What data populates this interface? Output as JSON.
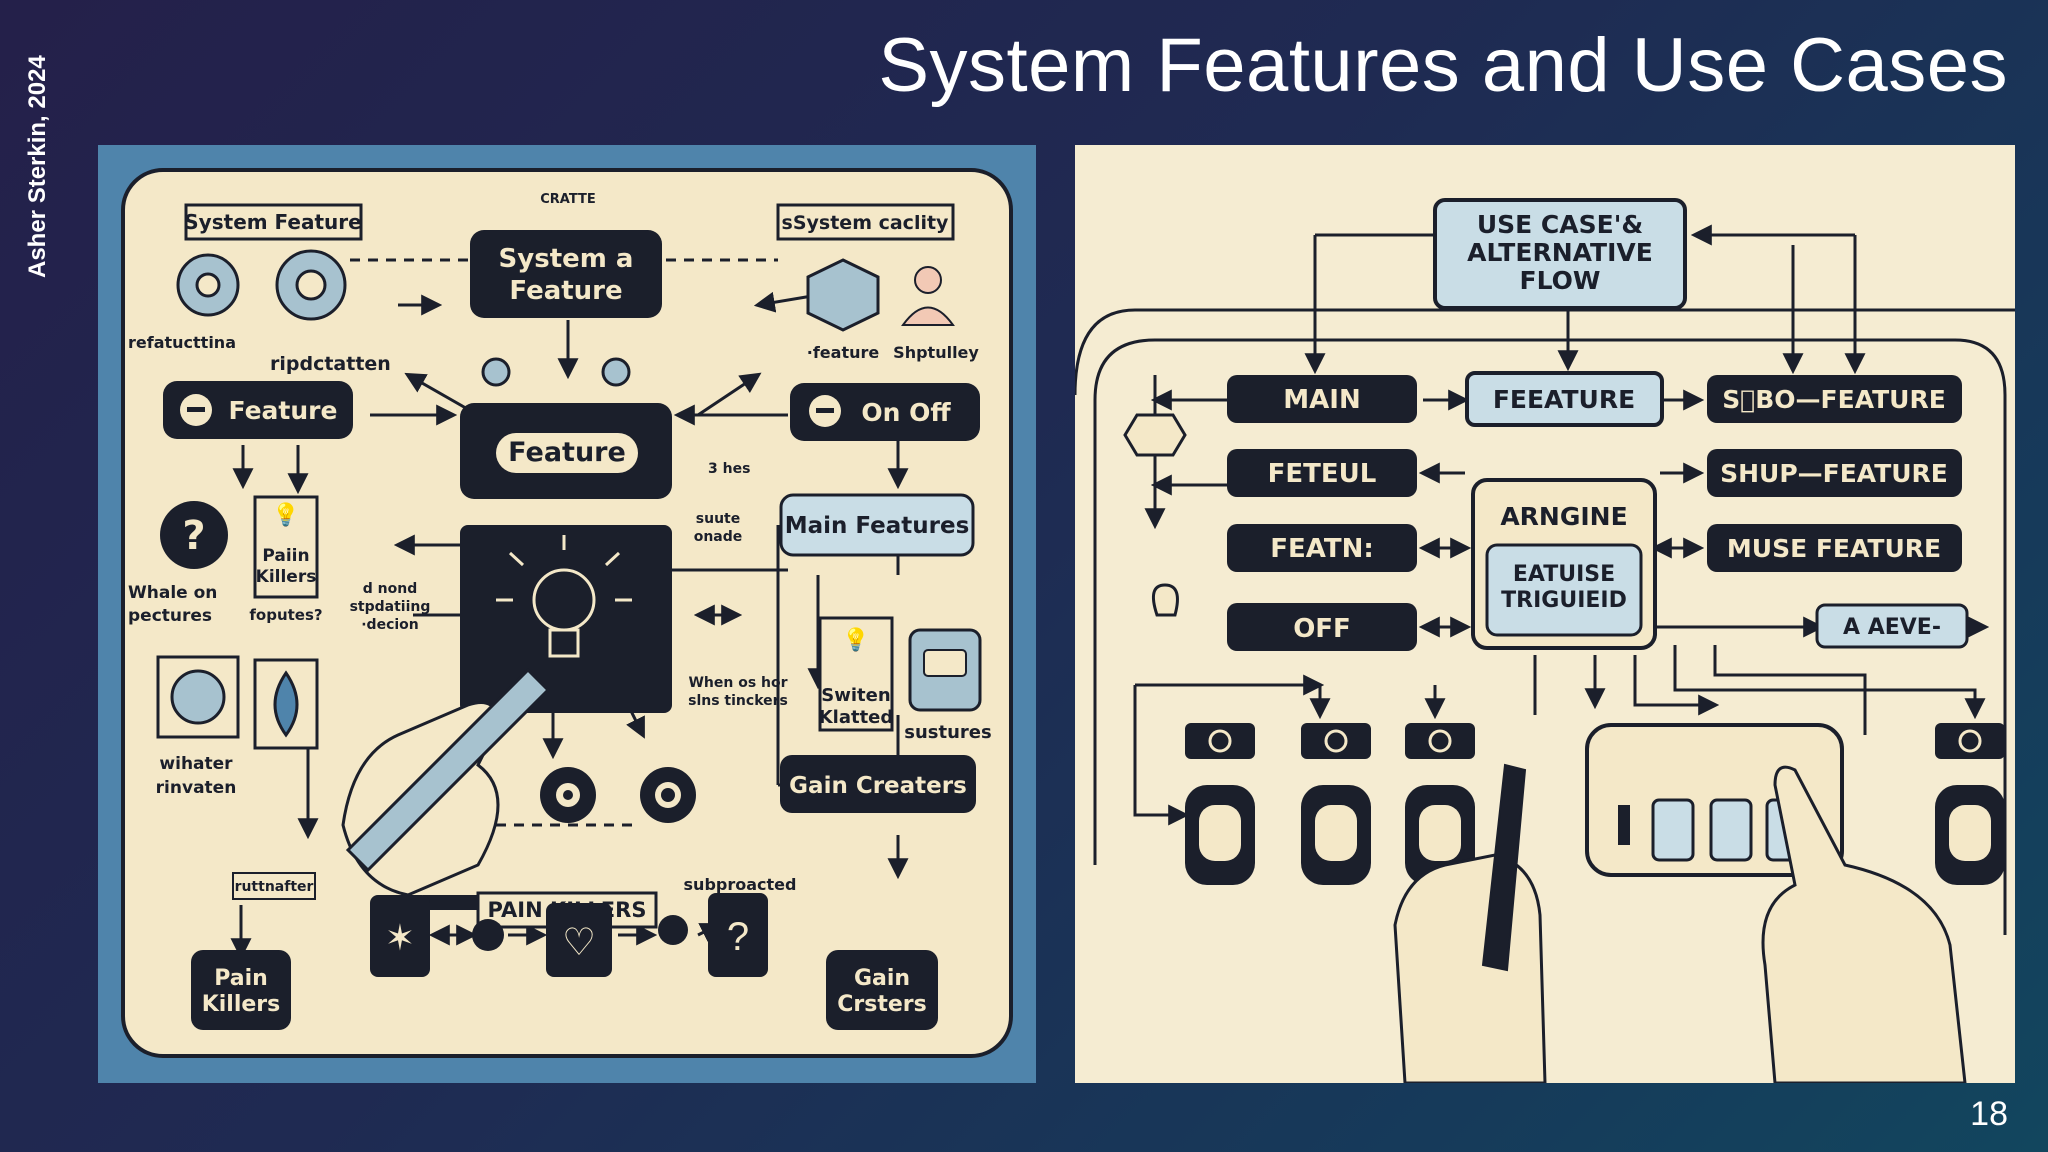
{
  "slide": {
    "title": "System Features and Use Cases",
    "author": "Asher Sterkin, 2024",
    "page_number": "18"
  },
  "left_diagram": {
    "top_label_small": "CRATTE",
    "box_system_feature": "System  Feature",
    "box_system_capacity": "sSystem  caclity",
    "top_center_line1": "System  a",
    "top_center_line2": "Feature",
    "label_refactoring": "refatucttina",
    "label_ripdctatten": "ripdctatten",
    "label_feature_small": "·feature",
    "label_shptulley": "Shptulley",
    "minus_feature": "Feature",
    "center_feature": "Feature",
    "on_off": "On Off",
    "label_3hes": "3  hes",
    "label_suute_line1": "suute",
    "label_suute_line2": "onade",
    "main_features": "Main Features",
    "label_whale_line1": "Whale on",
    "label_whale_line2": "pectures",
    "pain_small_line1": "Paiin",
    "pain_small_line2": "Killers",
    "label_foputes": "foputes?",
    "label_dnond_line1": "d  nond",
    "label_dnond_line2": "stpdatiing",
    "label_dnond_line3": "·decion",
    "label_when_line1": "When os hor",
    "label_when_line2": "slns tinckers",
    "switch_line1": "Switen",
    "switch_line2": "Klatted",
    "label_sustures": "sustures",
    "label_wihater_line1": "wihater",
    "label_wihater_line2": "rinvaten",
    "gain_creaters": "Gain Creaters",
    "label_ruttnafter": "ruttnafter",
    "pain_killers_banner": "PAIN KILLERS",
    "label_subproacted": "subproacted",
    "pain_bottom_line1": "Pain",
    "pain_bottom_line2": "Killers",
    "gain_bottom_line1": "Gain",
    "gain_bottom_line2": "Crsters"
  },
  "right_diagram": {
    "use_case_line1": "USE CASE'&",
    "use_case_line2": "ALTERNATIVE",
    "use_case_line3": "FLOW",
    "main": "MAIN",
    "feeature": "FEEATURE",
    "sbo_feature": "S⃥BO—FEATURE",
    "feteul": "FETEUL",
    "arngine": "ARNGINE",
    "shup_feature": "SHUP—FEATURE",
    "featn": "FEATN:",
    "eatuise_line1": "EATUISE",
    "eatuise_line2": "TRIGUIEID",
    "muse_feature": "MUSE FEATURE",
    "off": "OFF",
    "aaeve": "A AEVE-"
  },
  "colors": {
    "ink": "#1b1f2b",
    "cream": "#f4e8c8",
    "light_blue_box": "#c9dde6",
    "left_border": "#4f84ab",
    "panel_right_bg": "#f5ecd2"
  }
}
